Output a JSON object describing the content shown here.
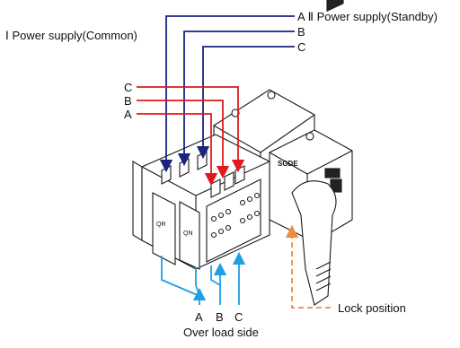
{
  "labels": {
    "standby_supply": "A  Ⅱ  Power supply(Standby)",
    "standby_b": "B",
    "standby_c": "C",
    "common_supply": "Ⅰ Power supply(Common)",
    "common_c": "C",
    "common_b": "B",
    "common_a": "A",
    "load_a": "A",
    "load_b": "B",
    "load_c": "C",
    "load_side": "Over load side",
    "lock_position": "Lock position",
    "brand": "SGDE",
    "qr_label": "QR",
    "qn_label": "QN"
  },
  "colors": {
    "standby_lines": "#1a237e",
    "common_lines": "#e0191e",
    "load_lines": "#1ea0e6",
    "lock_line": "#f08a3c",
    "outline": "#1a1a1a"
  }
}
